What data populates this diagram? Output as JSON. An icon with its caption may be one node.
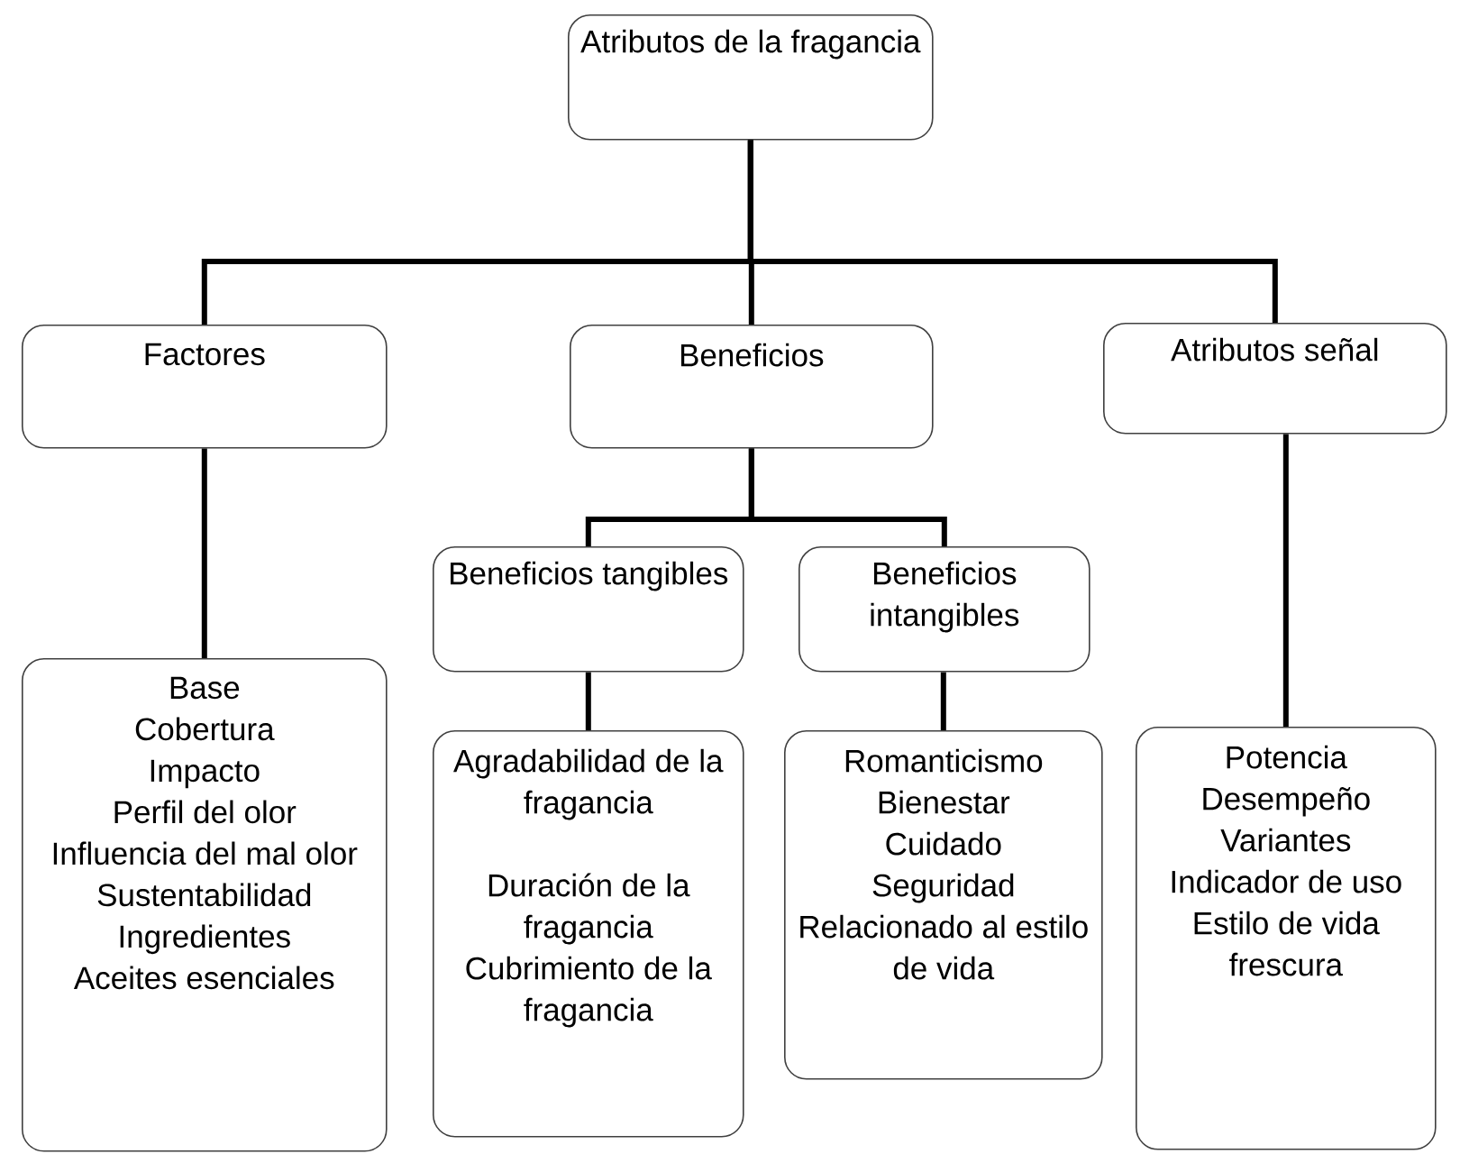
{
  "diagram": {
    "nodes": [
      {
        "text": [
          "Atributos de la fragancia"
        ]
      },
      {
        "text": [
          "Factores"
        ]
      },
      {
        "text": [
          "Beneficios"
        ]
      },
      {
        "text": [
          "Atributos señal"
        ]
      },
      {
        "text": [
          "Beneficios tangibles"
        ]
      },
      {
        "text": [
          "Beneficios intangibles"
        ]
      },
      {
        "text": [
          "Base",
          "Cobertura",
          "Impacto",
          "Perfil del olor",
          "Influencia del mal olor",
          "Sustentabilidad",
          "Ingredientes",
          "Aceites esenciales"
        ]
      },
      {
        "text": [
          "Agradabilidad de la fragancia",
          "Duración de la fragancia",
          "Cubrimiento de la fragancia"
        ]
      },
      {
        "text": [
          "Romanticismo",
          "Bienestar",
          "Cuidado",
          "Seguridad",
          "Relacionado al estilo de vida"
        ]
      },
      {
        "text": [
          "Potencia",
          "Desempeño",
          "Variantes",
          "Indicador de uso",
          "Estilo de vida frescura"
        ]
      }
    ],
    "edges": [
      {
        "from": 0,
        "to": 1,
        "arrow": "none"
      },
      {
        "from": 0,
        "to": 2,
        "arrow": "none"
      },
      {
        "from": 0,
        "to": 3,
        "arrow": "none"
      },
      {
        "from": 2,
        "to": 4,
        "arrow": "none"
      },
      {
        "from": 2,
        "to": 5,
        "arrow": "none"
      },
      {
        "from": 1,
        "to": 6,
        "arrow": "none"
      },
      {
        "from": 4,
        "to": 7,
        "arrow": "none"
      },
      {
        "from": 5,
        "to": 8,
        "arrow": "none"
      },
      {
        "from": 3,
        "to": 9,
        "arrow": "none"
      }
    ]
  }
}
